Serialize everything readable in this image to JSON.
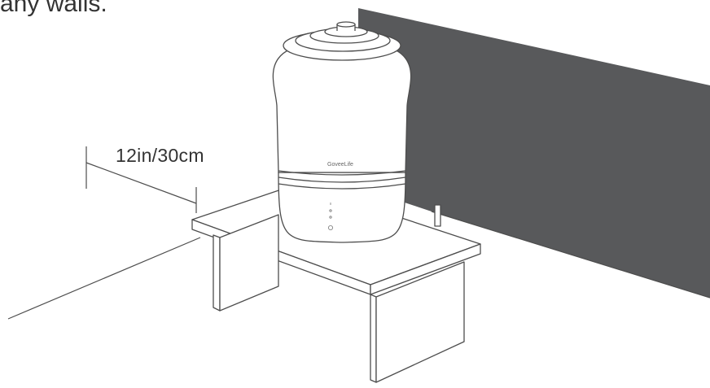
{
  "caption": "any walls.",
  "dimension_label": "12in/30cm",
  "brand_label": "GoveeLife",
  "colors": {
    "wall": "#58595b",
    "line": "#4d4d4d",
    "text": "#333333"
  }
}
